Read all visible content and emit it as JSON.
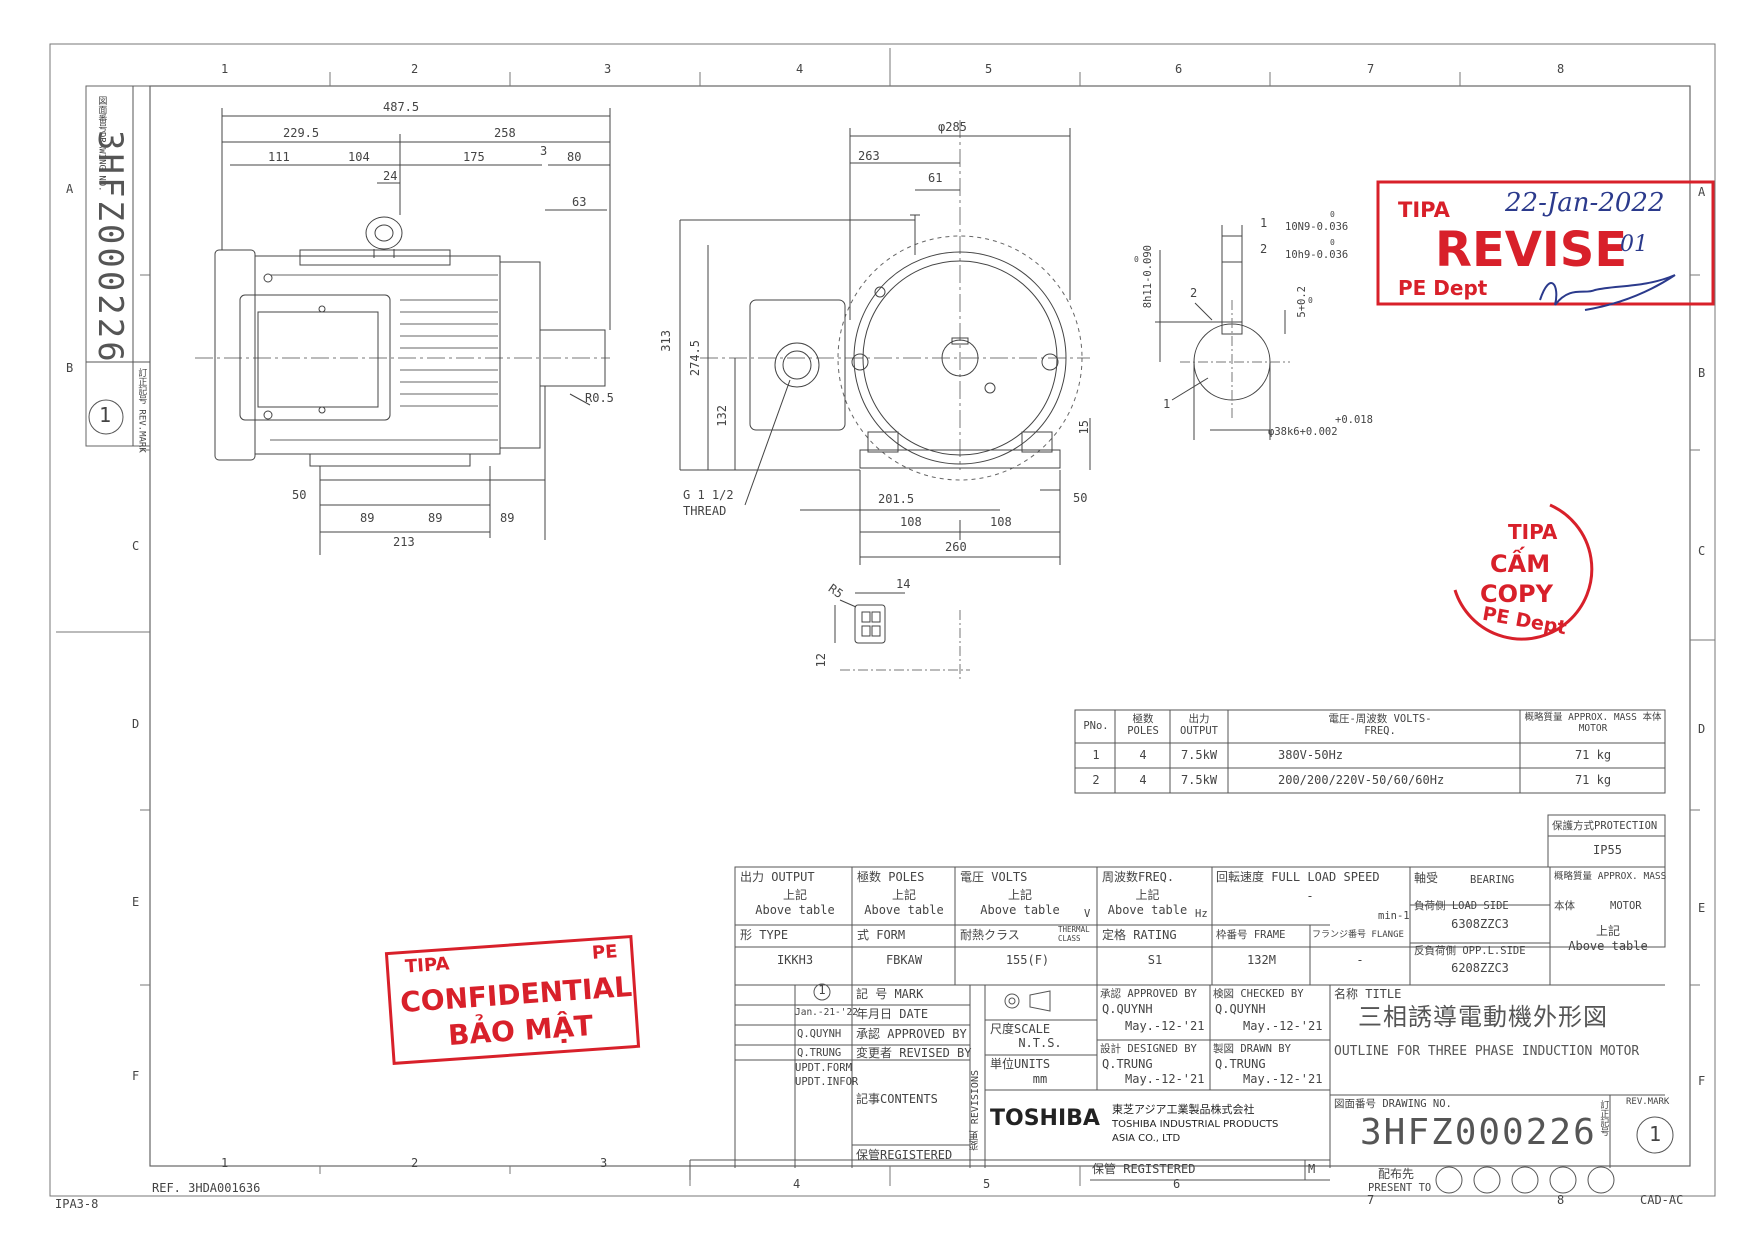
{
  "border": {
    "cols_top": [
      "1",
      "2",
      "3",
      "4",
      "5",
      "6",
      "7",
      "8"
    ],
    "cols_bottom": [
      "1",
      "2",
      "3",
      "4",
      "5",
      "6",
      "7",
      "8"
    ],
    "rows_left": [
      "A",
      "B",
      "C",
      "D",
      "E",
      "F"
    ],
    "rows_right": [
      "A",
      "B",
      "C",
      "D",
      "E",
      "F"
    ]
  },
  "side_block": {
    "drawing_no_label": "図面番号DRAWING NO.",
    "drawing_no": "3HFZ000226",
    "rev_label": "訂正記号 REV.MARK",
    "rev": "1"
  },
  "side_view": {
    "dims": [
      "487.5",
      "229.5",
      "258",
      "111",
      "104",
      "175",
      "3",
      "80",
      "24",
      "63",
      "R0.5",
      "50",
      "89",
      "89",
      "89",
      "213"
    ]
  },
  "front_view": {
    "dims": [
      "φ285",
      "263",
      "61",
      "313",
      "274.5",
      "132",
      "G 1 1/2",
      "THREAD",
      "201.5",
      "108",
      "108",
      "260",
      "15",
      "50"
    ]
  },
  "shaft_detail": {
    "key1": "1",
    "key1_tol": "10N9-0.036",
    "key1_top": "0",
    "key2": "2",
    "key2_tol": "10h9-0.036",
    "key2_top": "0",
    "h_dim": "8h11-0.090",
    "h_top": "0",
    "k_dim": "5+0.2",
    "k_sub": "0",
    "dia": "φ38k6+0.002",
    "dia_top": "+0.018",
    "c1": "1",
    "c2": "2"
  },
  "terminal_detail": {
    "r": "R5",
    "w": "14",
    "h": "12"
  },
  "pno_table": {
    "headers": [
      "PNo.",
      "極数 POLES",
      "出力 OUTPUT",
      "電圧-周波数 VOLTS-FREQ.",
      "概略質量 APPROX. MASS 本体 MOTOR"
    ],
    "rows": [
      [
        "1",
        "4",
        "7.5kW",
        "380V-50Hz",
        "71 kg"
      ],
      [
        "2",
        "4",
        "7.5kW",
        "200/200/220V-50/60/60Hz",
        "71 kg"
      ]
    ]
  },
  "protection": {
    "label": "保護方式PROTECTION",
    "value": "IP55"
  },
  "spec": {
    "output_label": "出力 OUTPUT",
    "output_value1": "上記",
    "output_value2": "Above table",
    "poles_label": "極数 POLES",
    "poles_value1": "上記",
    "poles_value2": "Above table",
    "volts_label": "電圧 VOLTS",
    "volts_value1": "上記",
    "volts_value2": "Above table",
    "volts_unit": "V",
    "freq_label": "周波数FREQ.",
    "freq_value1": "上記",
    "freq_value2": "Above table",
    "freq_unit": "Hz",
    "speed_label": "回転速度 FULL LOAD SPEED",
    "speed_value": "-",
    "speed_unit": "min-1",
    "bearing_label": "軸受",
    "bearing_label2": "BEARING",
    "load_side_label": "負荷側 LOAD SIDE",
    "load_side_value": "6308ZZC3",
    "opp_side_label": "反負荷側 OPP.L.SIDE",
    "opp_side_value": "6208ZZC3",
    "mass_label": "概略質量 APPROX. MASS",
    "mass_motor": "本体",
    "mass_motor2": "MOTOR",
    "mass_value1": "上記",
    "mass_value2": "Above table",
    "type_label": "形 TYPE",
    "type_value": "IKKH3",
    "form_label": "式 FORM",
    "form_value": "FBKAW",
    "thermal_label": "耐熱クラス",
    "thermal_label2": "THERMAL CLASS",
    "thermal_value": "155(F)",
    "rating_label": "定格 RATING",
    "rating_value": "S1",
    "frame_label": "枠番号 FRAME",
    "frame_value": "132M",
    "flange_label": "フランジ番号 FLANGE",
    "flange_value": "-"
  },
  "revision": {
    "mark": "1",
    "mark_label": "記 号 MARK",
    "date": "Jan.-21-'22",
    "date_label": "年月日 DATE",
    "approved": "Q.QUYNH",
    "approved_label": "承認 APPROVED BY",
    "revised": "Q.TRUNG",
    "revised_label": "変更者 REVISED BY",
    "updt1": "UPDT.FORM",
    "updt2": "UPDT.INFOR",
    "contents_label": "記事CONTENTS",
    "registered_label": "保管REGISTERED",
    "revisions_label": "変更 REVISIONS"
  },
  "title_block": {
    "scale_label": "尺度SCALE",
    "scale_value": "N.T.S.",
    "units_label": "単位UNITS",
    "units_value": "mm",
    "approved_label": "承認 APPROVED BY",
    "approved_name": "Q.QUYNH",
    "approved_date": "May.-12-'21",
    "checked_label": "検図 CHECKED BY",
    "checked_name": "Q.QUYNH",
    "checked_date": "May.-12-'21",
    "designed_label": "設計 DESIGNED BY",
    "designed_name": "Q.TRUNG",
    "designed_date": "May.-12-'21",
    "drawn_label": "製図 DRAWN BY",
    "drawn_name": "Q.TRUNG",
    "drawn_date": "May.-12-'21",
    "title_label": "名称 TITLE",
    "title_jp": "三相誘導電動機外形図",
    "title_en": "OUTLINE FOR THREE PHASE INDUCTION MOTOR",
    "company_logo": "TOSHIBA",
    "company_jp": "東芝アジア工業製品株式会社",
    "company_en1": "TOSHIBA INDUSTRIAL PRODUCTS",
    "company_en2": "ASIA CO., LTD",
    "drawing_no_label": "図面番号 DRAWING NO.",
    "drawing_no": "3HFZ000226",
    "rev_mark_label": "REV.MARK",
    "rev_mark_jp": "訂正記号",
    "rev_mark": "1",
    "registered_label": "保管 REGISTERED",
    "size_mark": "M",
    "present_jp": "配布先",
    "present_en": "PRESENT TO"
  },
  "footer": {
    "sheet": "IPA3-8",
    "ref": "REF. 3HDA001636",
    "cad": "CAD-AC"
  },
  "stamps": {
    "revise_company": "TIPA",
    "revise_date": "22-Jan-2022",
    "revise_word": "REVISE",
    "revise_no": "01",
    "revise_dept": "PE Dept",
    "nocopy_company": "TIPA",
    "nocopy_line1": "CẤM",
    "nocopy_line2": "COPY",
    "nocopy_dept": "PE Dept",
    "conf_company": "TIPA",
    "conf_dept": "PE",
    "conf_line1": "CONFIDENTIAL",
    "conf_line2": "BẢO MẬT"
  },
  "colors": {
    "stamp_red": "#d8202a",
    "line": "#555555",
    "ink_blue": "#2b3a8c"
  }
}
